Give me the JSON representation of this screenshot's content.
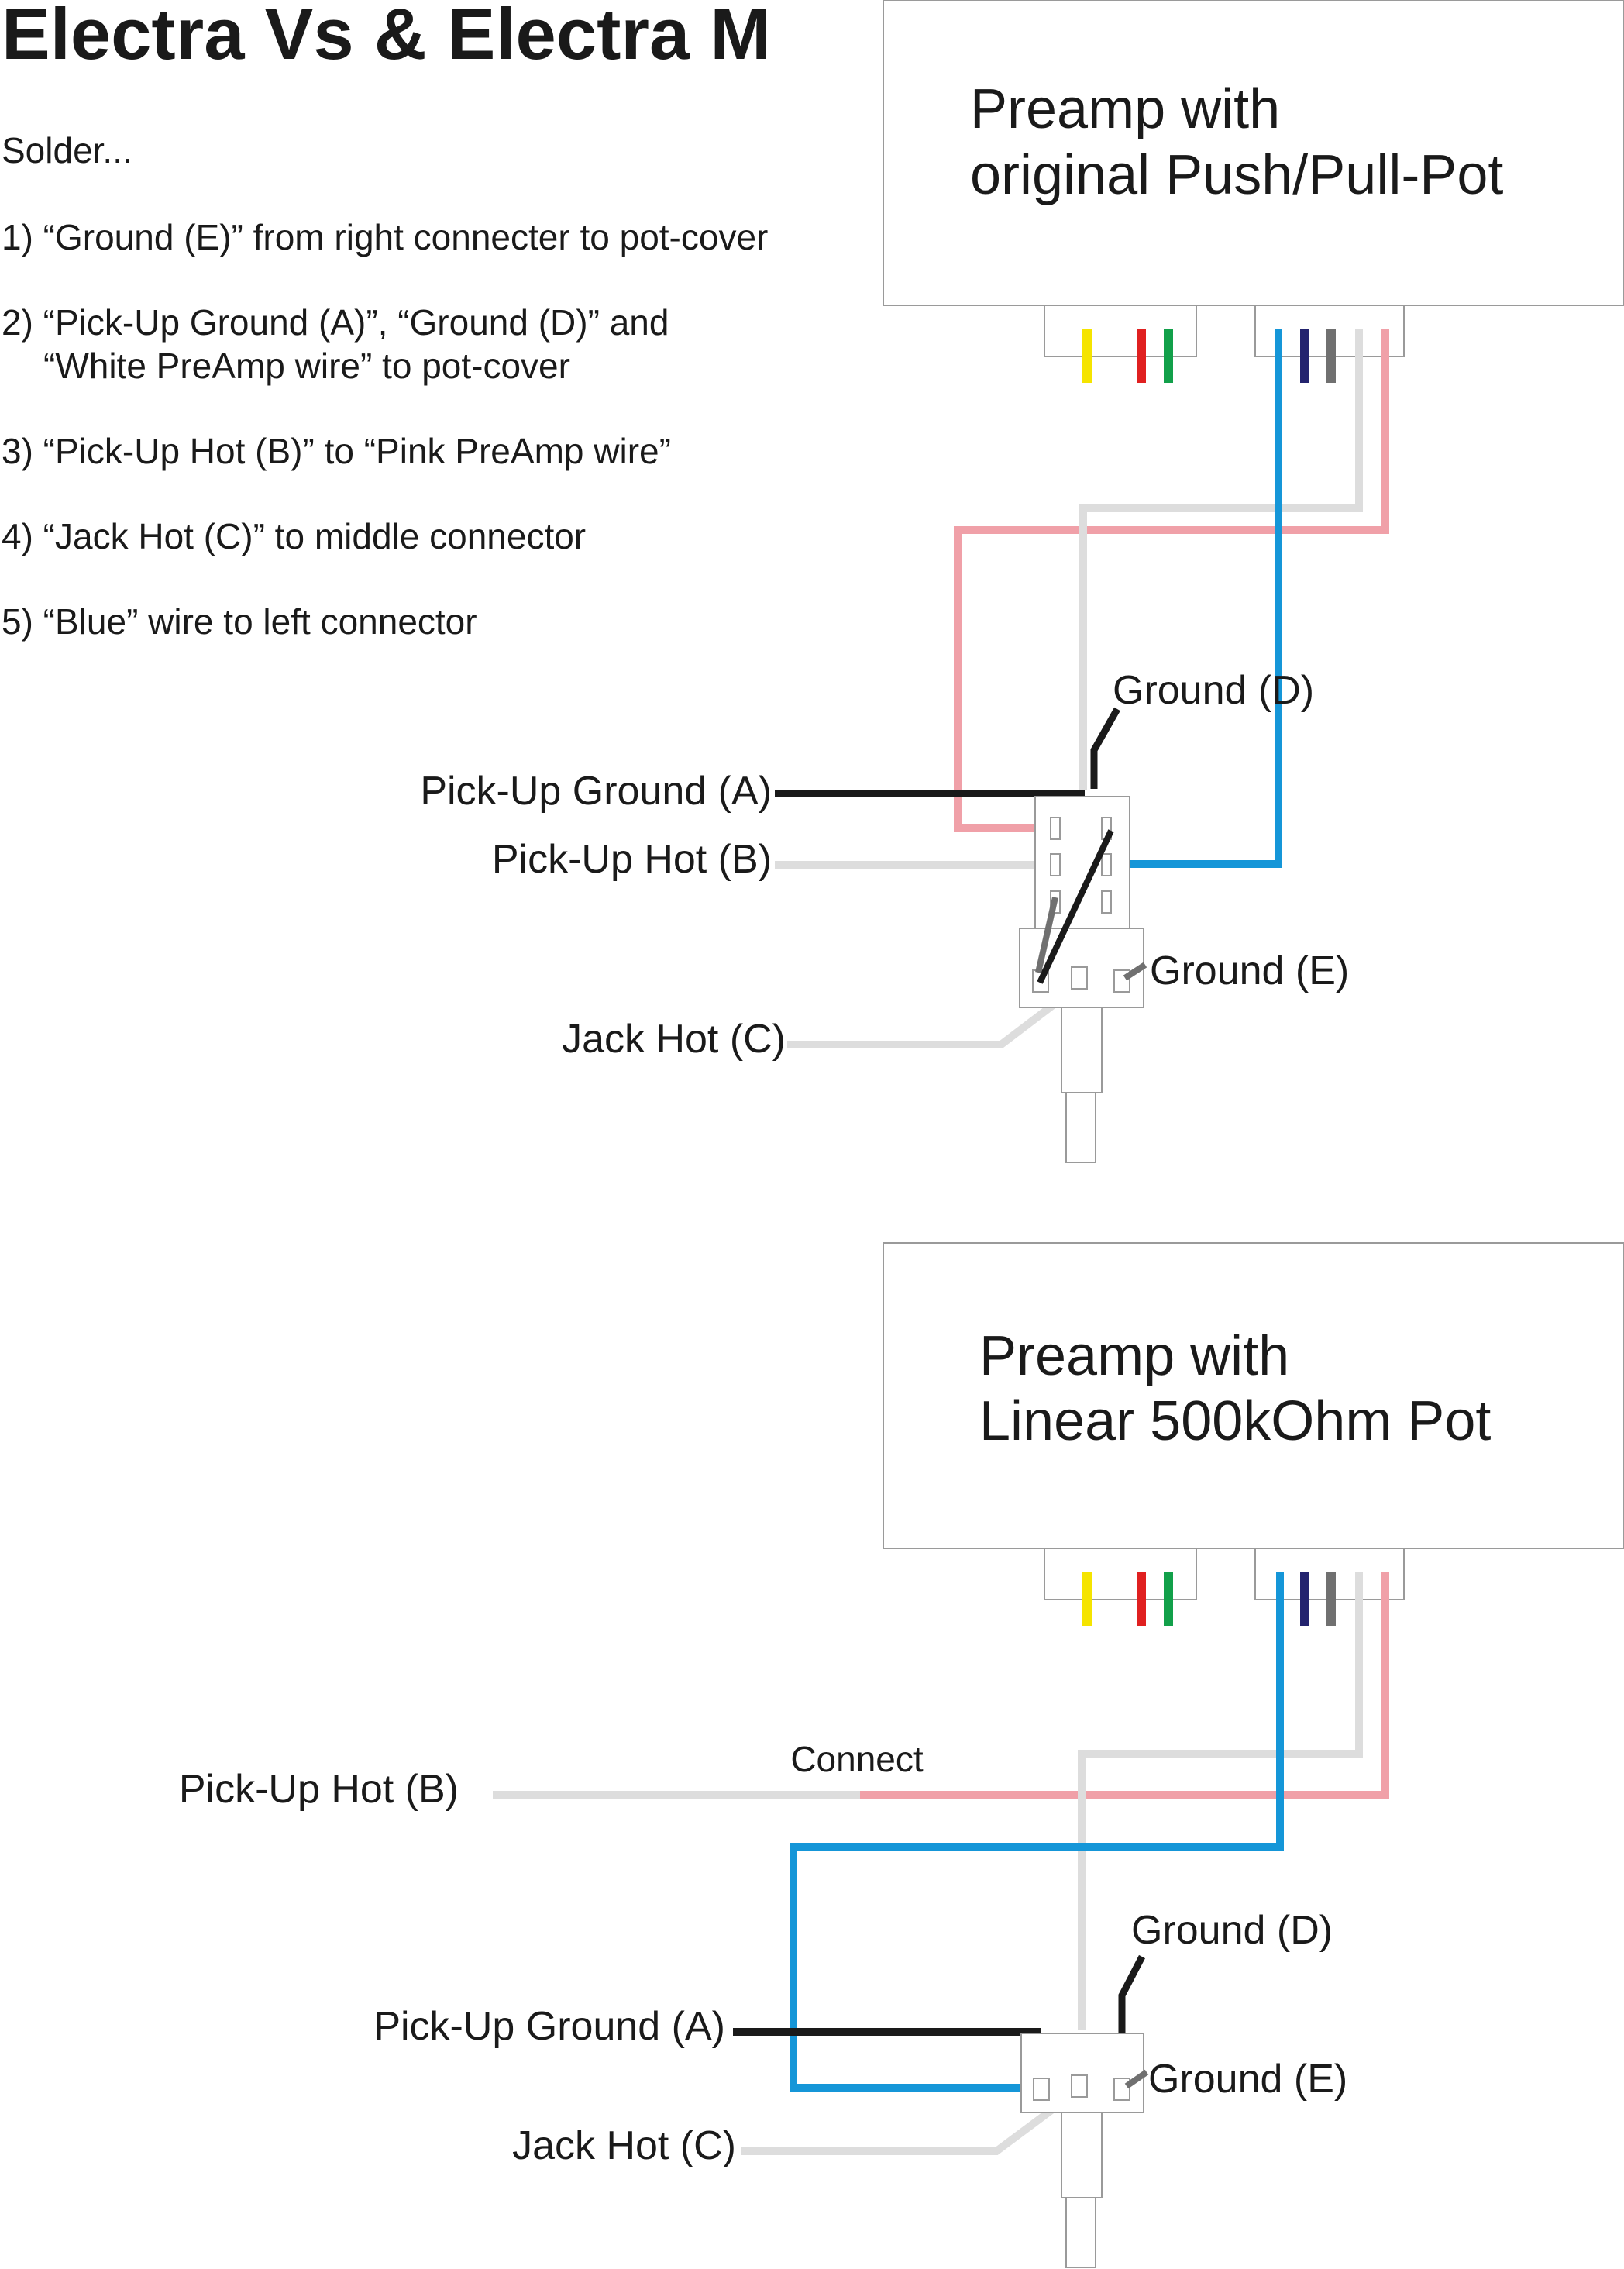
{
  "title": "Electra Vs & Electra M",
  "instructions": {
    "intro": "Solder...",
    "steps": [
      "1) “Ground (E)” from right connecter to pot-cover",
      "2) “Pick-Up Ground (A)”, “Ground (D)” and",
      "“White PreAmp wire” to pot-cover",
      "3) “Pick-Up Hot (B)” to “Pink PreAmp wire”",
      "4) “Jack Hot (C)” to middle connector",
      "5) “Blue” wire to left connector"
    ]
  },
  "top_diagram": {
    "box_line1": "Preamp with",
    "box_line2": "original Push/Pull-Pot",
    "labels": {
      "ground_d": "Ground (D)",
      "pickup_ground_a": "Pick-Up Ground (A)",
      "pickup_hot_b": "Pick-Up Hot (B)",
      "ground_e": "Ground (E)",
      "jack_hot_c": "Jack Hot (C)"
    }
  },
  "bottom_diagram": {
    "box_line1": "Preamp with",
    "box_line2": "Linear 500kOhm Pot",
    "labels": {
      "pickup_hot_b": "Pick-Up Hot (B)",
      "connect": "Connect",
      "ground_d": "Ground (D)",
      "pickup_ground_a": "Pick-Up Ground (A)",
      "ground_e": "Ground (E)",
      "jack_hot_c": "Jack Hot (C)"
    }
  },
  "colors": {
    "yellow": "#f5e400",
    "red": "#e02020",
    "green": "#12a04a",
    "blue": "#1596d8",
    "navy": "#23236e",
    "gray": "#707070",
    "white_wire": "#dddddd",
    "pink": "#f0a0a8",
    "black": "#1a1a1a"
  }
}
